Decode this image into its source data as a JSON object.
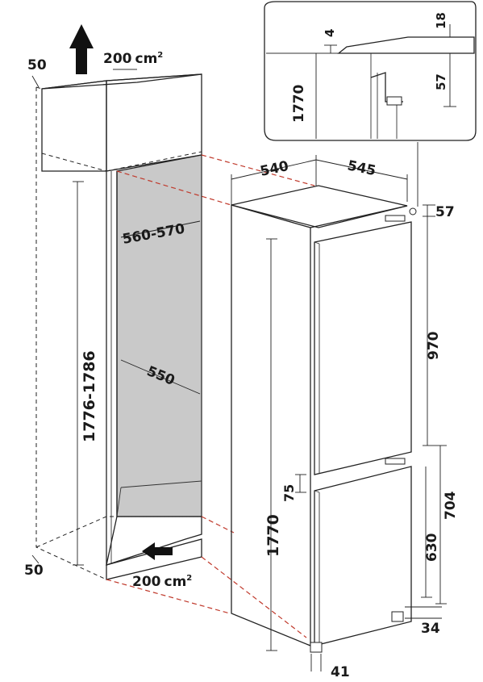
{
  "niche": {
    "top_clearance": "50",
    "bottom_clearance": "50",
    "vent_top": "200",
    "vent_bottom": "200",
    "vent_unit": "cm",
    "vent_unit_exp": "2",
    "width": "560-570",
    "height": "1776-1786",
    "depth": "550"
  },
  "appliance": {
    "depth": "540",
    "depth_with_door": "545",
    "top_offset": "57",
    "fridge_door": "970",
    "door_gap": "75",
    "freezer_section": "704",
    "freezer_door": "630",
    "height": "1770",
    "foot_right": "34",
    "foot_front": "41"
  },
  "detail": {
    "gap": "4",
    "top": "18",
    "offset": "57",
    "height": "1770"
  },
  "colors": {
    "cavity": "#c9c9c9",
    "line": "#222222",
    "red_dash": "#c0392b"
  }
}
